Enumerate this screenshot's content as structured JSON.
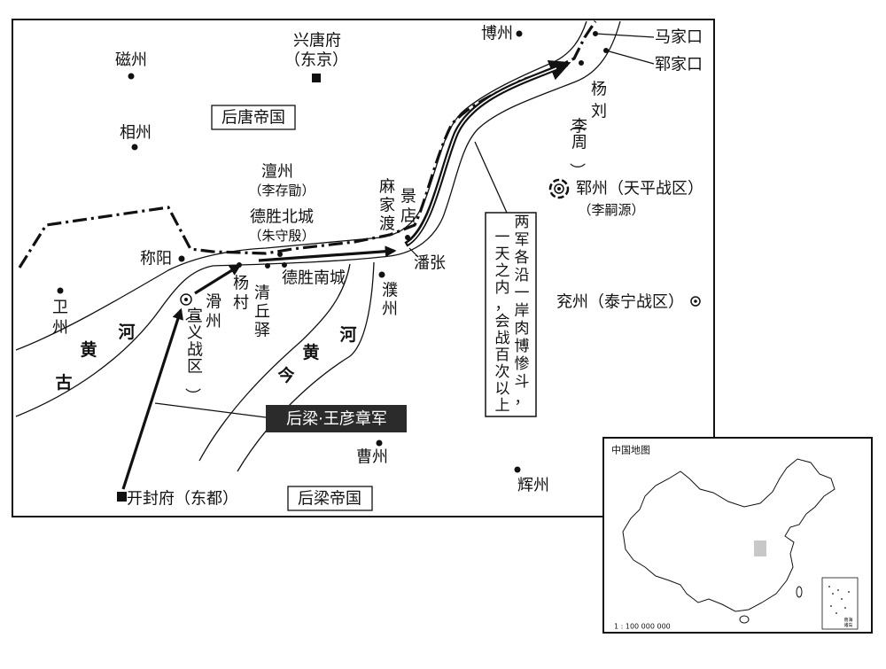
{
  "map": {
    "labels": {
      "xingtangfu": "兴唐府",
      "dongjing": "（东京）",
      "cizhou": "磁州",
      "xiangzhou": "相州",
      "houtang": "后唐帝国",
      "bozhou": "博州",
      "majiakou": "马家口",
      "yunjiakou": "郓家口",
      "yangliu": "杨刘",
      "lizhou_general": "（李周）",
      "yunzhou": "郓州（天平战区）",
      "lisiyuan": "（李嗣源）",
      "chanzhou": "澶州",
      "licunxu": "（李存勖）",
      "deshengbei": "德胜北城",
      "zhushouyin": "（朱守殷）",
      "majiadu": "麻家渡",
      "jingdian": "景店",
      "panzhang": "潘张",
      "chengyang": "称阳",
      "yangcun": "杨村",
      "qingqiuyi": "清丘驿",
      "deshengnan": "德胜南城",
      "puzhou": "濮州",
      "huazhou": "滑州",
      "xuanyi": "（宣义战区）",
      "weizhou": "卫州",
      "old_river": "古黄河",
      "new_river": "今黄河",
      "wang_army": "后梁·王彦章军",
      "caozhou": "曹州",
      "huizhou": "辉州",
      "kaifeng": "开封府（东都）",
      "houliang": "后梁帝国",
      "yanzhou": "兖州（泰宁战区）"
    },
    "note_columns": [
      "两军各沿一岸肉博惨斗，",
      "一天之内，会战百次以上"
    ]
  },
  "inset": {
    "title": "中国地图",
    "scale": "1 : 100 000 000",
    "south_sea": "南海诸岛"
  },
  "colors": {
    "ink": "#111111",
    "army_box": "#2b2b2b",
    "highlight": "#c8c8c8"
  }
}
